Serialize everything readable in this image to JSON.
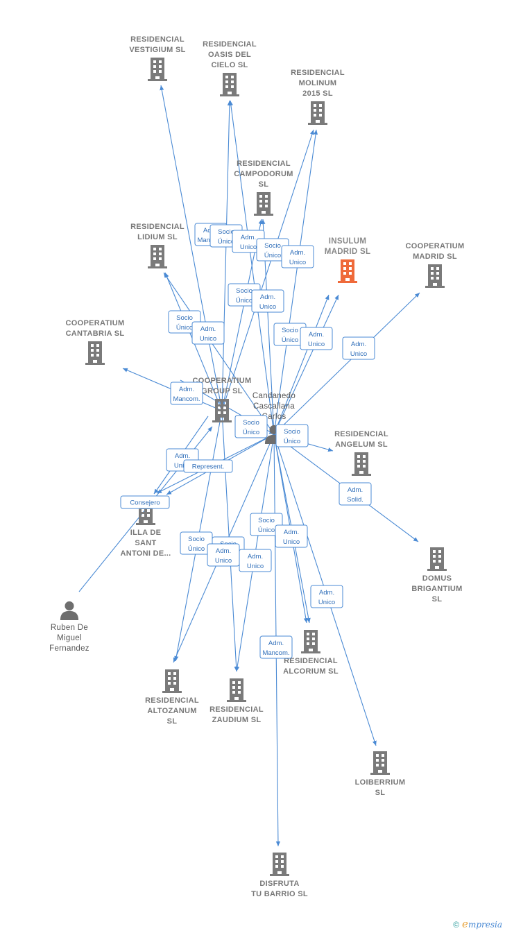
{
  "colors": {
    "edge": "#4a8ad4",
    "company": "#7a7a7a",
    "main_company": "#ef6a3a",
    "person": "#6e6e6e"
  },
  "nodes": [
    {
      "id": "vestigium",
      "kind": "company",
      "label": [
        "RESIDENCIAL",
        "VESTIGIUM  SL"
      ]
    },
    {
      "id": "oasis",
      "kind": "company",
      "label": [
        "RESIDENCIAL",
        "OASIS DEL",
        "CIELO  SL"
      ]
    },
    {
      "id": "molinum",
      "kind": "company",
      "label": [
        "RESIDENCIAL",
        "MOLINUM",
        "2015  SL"
      ]
    },
    {
      "id": "campodorum",
      "kind": "company",
      "label": [
        "RESIDENCIAL",
        "CAMPODORUM",
        "SL"
      ]
    },
    {
      "id": "lidium",
      "kind": "company",
      "label": [
        "RESIDENCIAL",
        "LIDIUM  SL"
      ]
    },
    {
      "id": "insulum",
      "kind": "main",
      "label": [
        "INSULUM",
        "MADRID  SL"
      ]
    },
    {
      "id": "coop_madrid",
      "kind": "company",
      "label": [
        "COOPERATIUM",
        "MADRID SL"
      ]
    },
    {
      "id": "coop_cantabria",
      "kind": "company",
      "label": [
        "COOPERATIUM",
        "CANTABRIA SL"
      ]
    },
    {
      "id": "coop_group",
      "kind": "company",
      "label": [
        "COOPERATIUM",
        "GROUP  SL"
      ]
    },
    {
      "id": "candanedo",
      "kind": "person",
      "label": [
        "Candanedo",
        "Cascallana",
        "Carlos"
      ]
    },
    {
      "id": "angelum",
      "kind": "company",
      "label": [
        "RESIDENCIAL",
        "ANGELUM  SL"
      ]
    },
    {
      "id": "illa",
      "kind": "company",
      "label": [
        "ILLA DE",
        "SANT",
        "ANTONI DE..."
      ]
    },
    {
      "id": "domus",
      "kind": "company",
      "label": [
        "DOMUS",
        "BRIGANTIUM",
        "SL"
      ]
    },
    {
      "id": "ruben",
      "kind": "person",
      "label": [
        "Ruben De",
        "Miguel",
        "Fernandez"
      ]
    },
    {
      "id": "alcorium",
      "kind": "company",
      "label": [
        "RESIDENCIAL",
        "ALCORIUM  SL"
      ]
    },
    {
      "id": "altozanum",
      "kind": "company",
      "label": [
        "RESIDENCIAL",
        "ALTOZANUM",
        "SL"
      ]
    },
    {
      "id": "zaudium",
      "kind": "company",
      "label": [
        "RESIDENCIAL",
        "ZAUDIUM  SL"
      ]
    },
    {
      "id": "loiberrium",
      "kind": "company",
      "label": [
        "LOIBERRIUM",
        "SL"
      ]
    },
    {
      "id": "disfruta",
      "kind": "company",
      "label": [
        "DISFRUTA",
        "TU BARRIO  SL"
      ]
    }
  ],
  "edge_labels": [
    [
      "Adm.",
      "Mancom."
    ],
    [
      "Socio",
      "Único"
    ],
    [
      "Adm.",
      "Unico"
    ],
    [
      "Socio",
      "Único"
    ],
    [
      "Adm.",
      "Unico"
    ],
    [
      "Socio",
      "Único"
    ],
    [
      "Adm.",
      "Unico"
    ],
    [
      "Socio",
      "Único"
    ],
    [
      "Adm.",
      "Unico"
    ],
    [
      "Socio",
      "Único"
    ],
    [
      "Adm.",
      "Unico"
    ],
    [
      "Adm.",
      "Unico"
    ],
    [
      "Adm.",
      "Mancom."
    ],
    [
      "Socio",
      "Único"
    ],
    [
      "Socio",
      "Único"
    ],
    [
      "Adm.",
      "Unico"
    ],
    [
      "Represent."
    ],
    [
      "Consejero"
    ],
    [
      "Adm.",
      "Solid."
    ],
    [
      "Socio",
      "Único"
    ],
    [
      "Adm.",
      "Unico"
    ],
    [
      "Socio",
      "Único"
    ],
    [
      "Socio",
      "Único"
    ],
    [
      "Adm.",
      "Unico"
    ],
    [
      "Adm.",
      "Unico"
    ],
    [
      "Adm.",
      "Unico"
    ],
    [
      "Adm.",
      "Mancom."
    ]
  ],
  "footer": {
    "copyright": "©",
    "brand_first": "e",
    "brand_rest": "mpresia"
  }
}
